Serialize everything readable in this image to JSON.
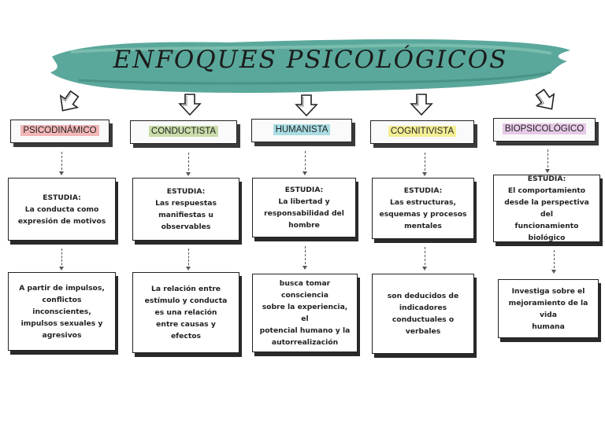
{
  "title": "ENFOQUES  PSICOLÓGICOS",
  "colors": {
    "banner": "#5aa89b",
    "psicodinamico": "#f3b6b6",
    "conductista": "#c9dcaa",
    "humanista": "#a9dde3",
    "cognitivista": "#f4ee95",
    "biopsicologico": "#e6c9e8"
  },
  "columns": [
    {
      "name": "PSICODINÁMICO",
      "study_label": "ESTUDIA:",
      "study_text": [
        "La conducta como",
        "expresión de motivos"
      ],
      "detail_text": [
        "A partir de impulsos,",
        "conflictos",
        "inconscientes,",
        "impulsos sexuales y",
        "agresivos"
      ]
    },
    {
      "name": "CONDUCTISTA",
      "study_label": "ESTUDIA:",
      "study_text": [
        "Las respuestas",
        "manifiestas u",
        "observables"
      ],
      "detail_text": [
        "La relación entre",
        "estímulo y conducta",
        "es una relación",
        "entre causas y",
        "efectos"
      ]
    },
    {
      "name": "HUMANISTA",
      "study_label": "ESTUDIA:",
      "study_text": [
        "La libertad y",
        "responsabilidad del",
        "hombre"
      ],
      "detail_text": [
        "busca tomar consciencia",
        "sobre la experiencia, el",
        "potencial humano y la",
        "autorrealización"
      ]
    },
    {
      "name": "COGNITIVISTA",
      "study_label": "ESTUDIA:",
      "study_text": [
        "Las estructuras,",
        "esquemas y procesos",
        "mentales"
      ],
      "detail_text": [
        "son deducidos de",
        "indicadores",
        "conductuales o",
        "verbales"
      ]
    },
    {
      "name": "BIOPSICOLÓGICO",
      "study_label": "ESTUDIA:",
      "study_text": [
        "El comportamiento",
        "desde la perspectiva del",
        "funcionamiento",
        "biológico"
      ],
      "detail_text": [
        "Investiga sobre el",
        "mejoramiento de la vida",
        "humana"
      ]
    }
  ]
}
